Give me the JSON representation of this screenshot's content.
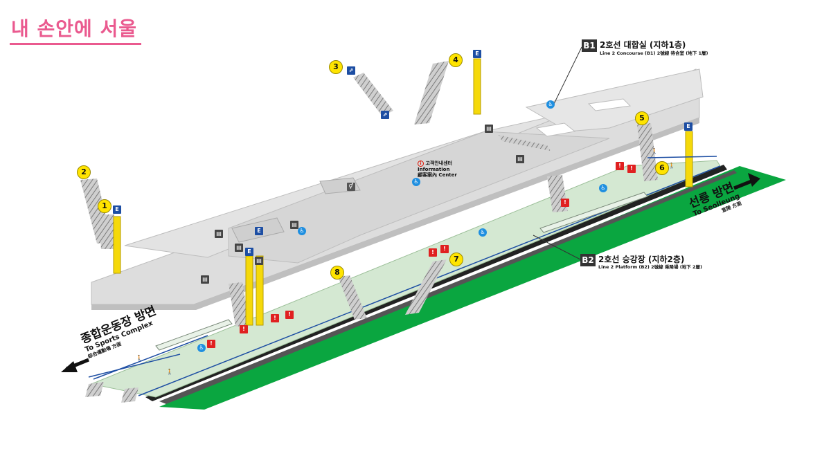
{
  "logo": {
    "text": "내 손안에 서울"
  },
  "levels": {
    "b1": {
      "code": "B1",
      "title": "2호선 대합실 (지하1층)",
      "subtitle": "Line  2 Concourse (B1) 2號線 待合室 (地下 1層)"
    },
    "b2": {
      "code": "B2",
      "title": "2호선 승강장 (지하2층)",
      "subtitle": "Line 2 Platform (B2) 2號線 乘降場 (地下 2層)"
    }
  },
  "directions": {
    "left": {
      "ko": "종합운동장 방면",
      "en": "To Sports Complex",
      "sub": "綜合運動場 方面"
    },
    "right": {
      "ko": "선릉 방면",
      "en": "To Seolleung",
      "sub": "宣陵 方面"
    }
  },
  "info_center": {
    "ko": "고객안내센터",
    "en": "Information",
    "sub": "顧客案內 Center",
    "icon": "info-icon"
  },
  "exits": [
    {
      "number": "1"
    },
    {
      "number": "2"
    },
    {
      "number": "3"
    },
    {
      "number": "4"
    },
    {
      "number": "5"
    },
    {
      "number": "6"
    },
    {
      "number": "7"
    },
    {
      "number": "8"
    }
  ],
  "icons": {
    "elevator": "elevator-icon",
    "escalator": "escalator-icon",
    "restroom": "restroom-icon",
    "accessibility": "accessibility-icon",
    "emergency": "emergency-equipment-icon",
    "ticket_gate": "ticket-gate-icon",
    "walker": "walking-person-icon"
  },
  "colors": {
    "track_green": "#0aa640",
    "platform_green": "#d4e8d2",
    "concourse_gray": "#dddddd",
    "exit_yellow": "#ffe400",
    "logo_pink": "#ea5a8f",
    "elevator_yellow": "#f5d90a",
    "sign_blue": "#1d4ea3",
    "accessibility_blue": "#1f8fe0",
    "emergency_red": "#e02020"
  }
}
